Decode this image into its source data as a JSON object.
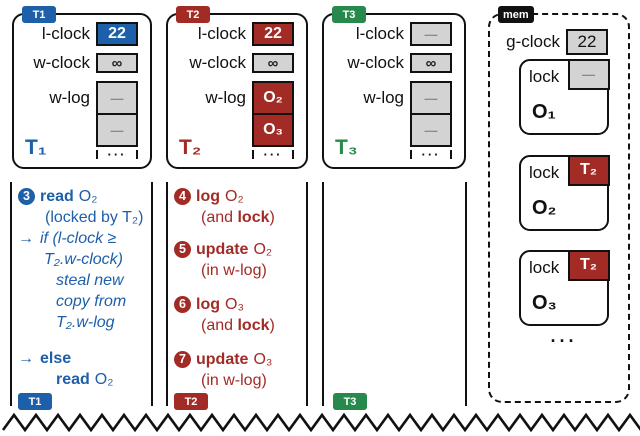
{
  "colors": {
    "accent_blue": "#1d5fa9",
    "accent_red": "#a32b26",
    "accent_green": "#28894c",
    "tag_black": "#111111",
    "box_gray": "#d3d3d3"
  },
  "labels": {
    "l_clock": "l-clock",
    "w_clock": "w-clock",
    "w_log": "w-log",
    "g_clock": "g-clock",
    "lock": "lock"
  },
  "transactions": {
    "t1": {
      "tag": "T1",
      "name": "T₁",
      "l_clock": "22",
      "w_clock": "∞",
      "w_log": [
        "—",
        "—"
      ],
      "ellipsis": "···"
    },
    "t2": {
      "tag": "T2",
      "name": "T₂",
      "l_clock": "22",
      "w_clock": "∞",
      "w_log": [
        "O₂",
        "O₃"
      ],
      "ellipsis": "···"
    },
    "t3": {
      "tag": "T3",
      "name": "T₃",
      "l_clock": "—",
      "w_clock": "∞",
      "w_log": [
        "—",
        "—"
      ],
      "ellipsis": "···"
    }
  },
  "mem": {
    "tag": "mem",
    "g_clock": "22",
    "objects": [
      {
        "name": "O₁",
        "lock": "—"
      },
      {
        "name": "O₂",
        "lock": "T₂"
      },
      {
        "name": "O₃",
        "lock": "T₂"
      }
    ],
    "ellipsis": "···"
  },
  "steps": {
    "t1": {
      "line1": {
        "badge": "3",
        "kw": "read",
        "obj": "O₂"
      },
      "line2": "(locked by T₂)",
      "arrow": "→",
      "if1": "if (l-clock ≥",
      "if2": "T₂.w-clock)",
      "if3": "steal new",
      "if4": "copy from",
      "if5": "T₂.w-log",
      "else_kw": "else",
      "read2_kw": "read",
      "read2_obj": "O₂"
    },
    "t2": {
      "s4": {
        "badge": "4",
        "kw": "log",
        "obj": "O₂",
        "p1": "(and ",
        "p2": "lock",
        "p3": ")"
      },
      "s5": {
        "badge": "5",
        "kw": "update",
        "obj": "O₂",
        "p1": "(in w-log)"
      },
      "s6": {
        "badge": "6",
        "kw": "log",
        "obj": "O₃",
        "p1": "(and ",
        "p2": "lock",
        "p3": ")"
      },
      "s7": {
        "badge": "7",
        "kw": "update",
        "obj": "O₃",
        "p1": "(in w-log)"
      }
    }
  },
  "bottom_tags": {
    "t1": "T1",
    "t2": "T2",
    "t3": "T3"
  }
}
